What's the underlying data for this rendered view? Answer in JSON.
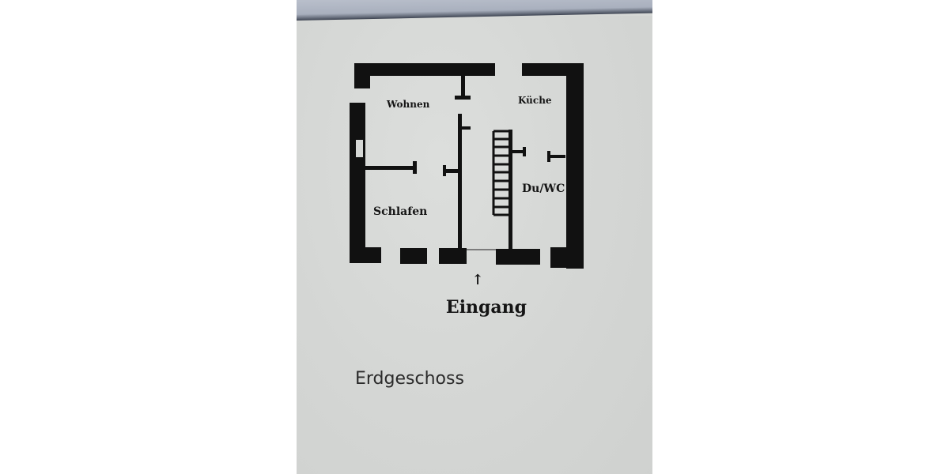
{
  "photo": {
    "paper_color": "#d6d8d6",
    "ink_color": "#111111"
  },
  "floor_plan": {
    "rooms": [
      {
        "label": "Wohnen"
      },
      {
        "label": "Küche"
      },
      {
        "label": "Schlafen"
      },
      {
        "label": "Du/WC"
      }
    ],
    "entrance": {
      "arrow": "↑",
      "label": "Eingang"
    },
    "floor_label": "Erdgeschoss"
  }
}
